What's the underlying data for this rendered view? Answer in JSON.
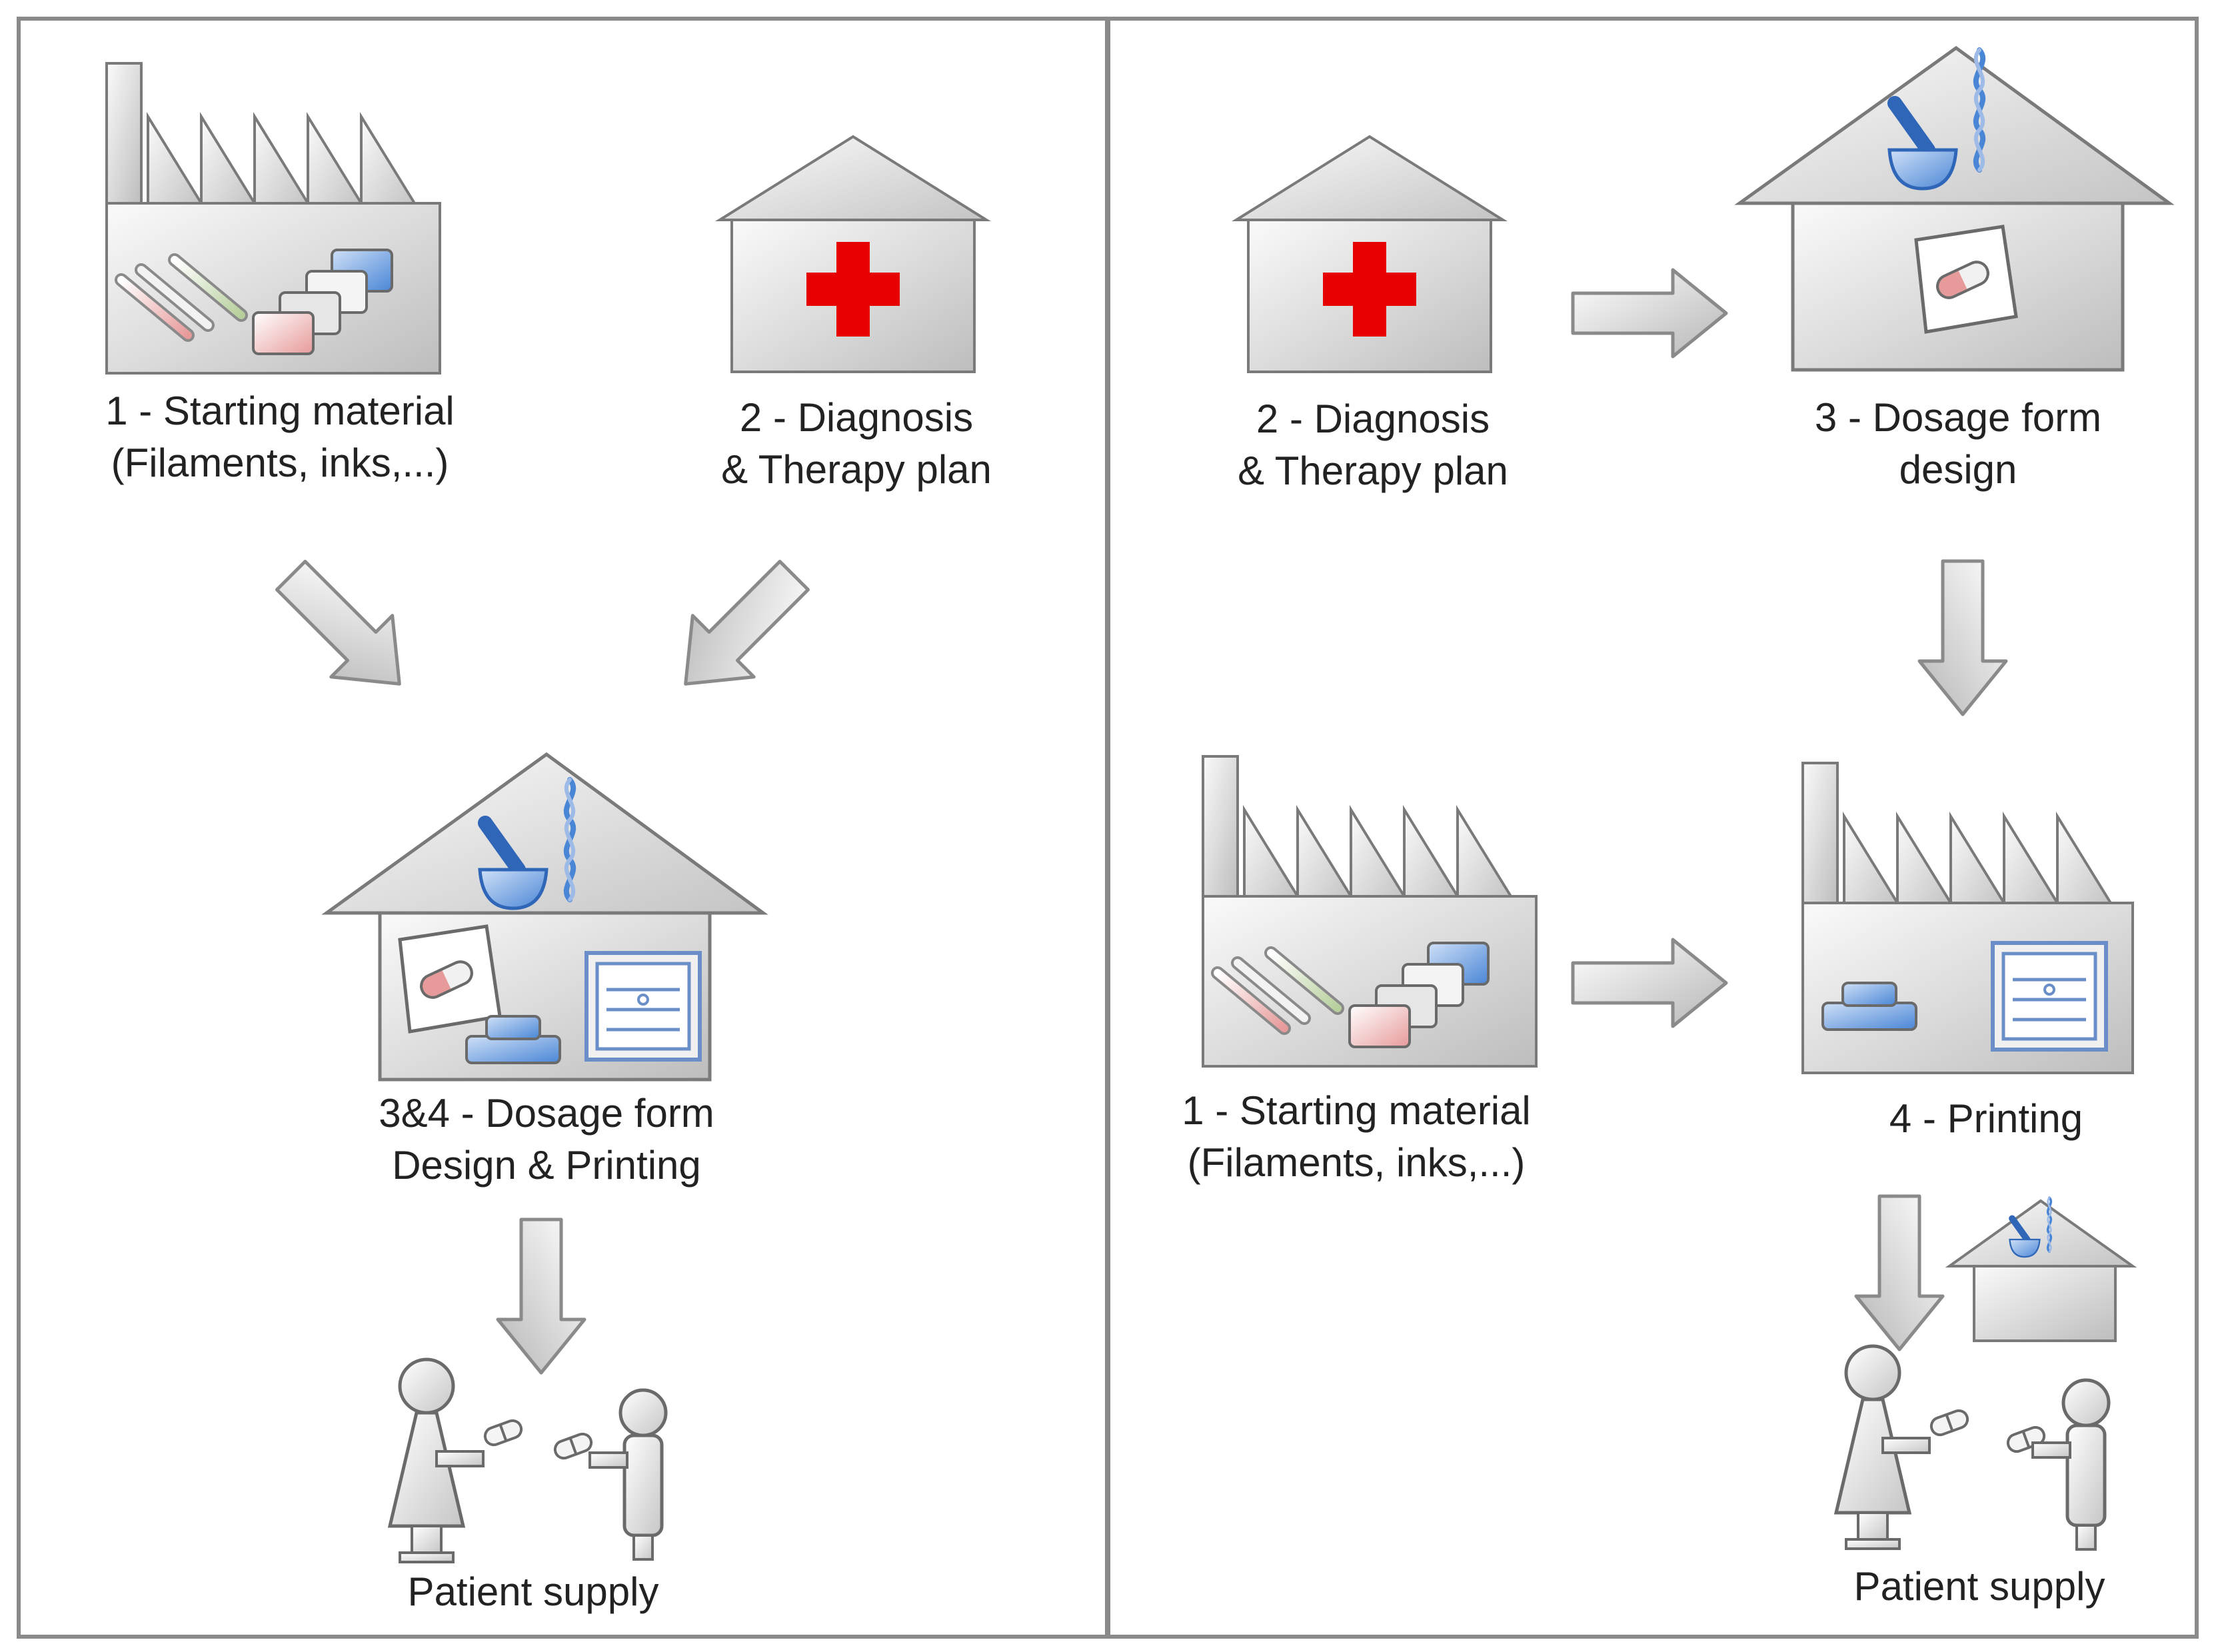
{
  "left_panel": {
    "starting_material": {
      "line1": "1 - Starting material",
      "line2": "(Filaments, inks,...)"
    },
    "diagnosis": {
      "line1": "2 - Diagnosis",
      "line2": "& Therapy plan"
    },
    "design_printing": {
      "line1": "3&4 - Dosage form",
      "line2": "Design & Printing"
    },
    "patient_supply": "Patient supply"
  },
  "right_panel": {
    "diagnosis": {
      "line1": "2 - Diagnosis",
      "line2": "& Therapy plan"
    },
    "dosage_design": {
      "line1": "3 - Dosage form",
      "line2": "design"
    },
    "starting_material": {
      "line1": "1 - Starting material",
      "line2": "(Filaments, inks,...)"
    },
    "printing": "4 - Printing",
    "patient_supply": "Patient supply"
  },
  "colors": {
    "cross": "#e60000",
    "icon_blue": "#4a86d6",
    "panel_border": "#8a8a8a",
    "building_fill": "#d8d8d8",
    "outline": "#7a7a7a"
  }
}
